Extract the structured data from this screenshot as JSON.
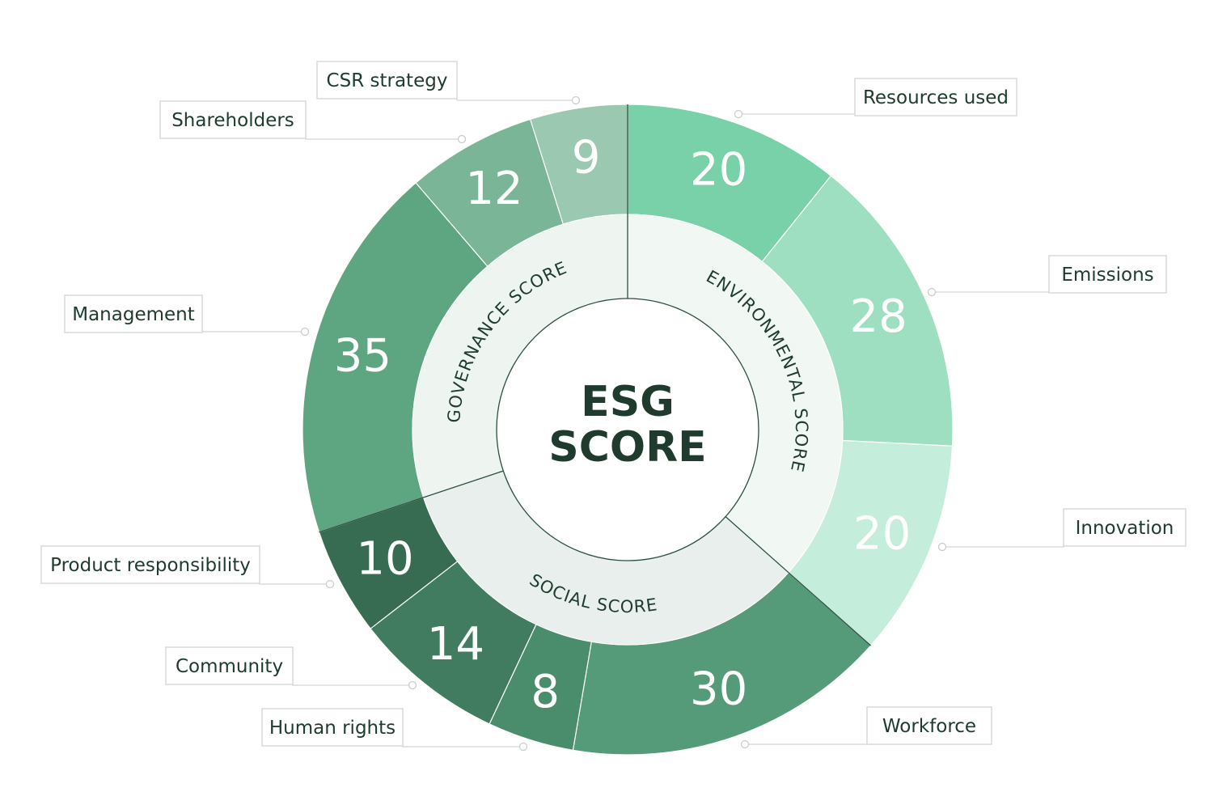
{
  "center": {
    "line1": "ESG",
    "line2": "SCORE"
  },
  "chart_data": {
    "type": "pie",
    "groups": [
      {
        "name": "ENVIRONMENTAL SCORE",
        "ring_color": "#f1f8f4"
      },
      {
        "name": "SOCIAL SCORE",
        "ring_color": "#e9efec"
      },
      {
        "name": "GOVERNANCE SCORE",
        "ring_color": "#eef5f1"
      }
    ],
    "segments": [
      {
        "label": "Resources used",
        "value": 20,
        "group": "ENVIRONMENTAL SCORE",
        "color": "#78d1a9"
      },
      {
        "label": "Emissions",
        "value": 28,
        "group": "ENVIRONMENTAL SCORE",
        "color": "#9ddfc0"
      },
      {
        "label": "Innovation",
        "value": 20,
        "group": "ENVIRONMENTAL SCORE",
        "color": "#c5eddb"
      },
      {
        "label": "Workforce",
        "value": 30,
        "group": "SOCIAL SCORE",
        "color": "#559b7a"
      },
      {
        "label": "Human rights",
        "value": 8,
        "group": "SOCIAL SCORE",
        "color": "#4a8d6c"
      },
      {
        "label": "Community",
        "value": 14,
        "group": "SOCIAL SCORE",
        "color": "#417c60"
      },
      {
        "label": "Product responsibility",
        "value": 10,
        "group": "SOCIAL SCORE",
        "color": "#376b52"
      },
      {
        "label": "Management",
        "value": 35,
        "group": "GOVERNANCE SCORE",
        "color": "#5ea682"
      },
      {
        "label": "Shareholders",
        "value": 12,
        "group": "GOVERNANCE SCORE",
        "color": "#7ab597"
      },
      {
        "label": "CSR strategy",
        "value": 9,
        "group": "GOVERNANCE SCORE",
        "color": "#9ac8b0"
      }
    ]
  }
}
